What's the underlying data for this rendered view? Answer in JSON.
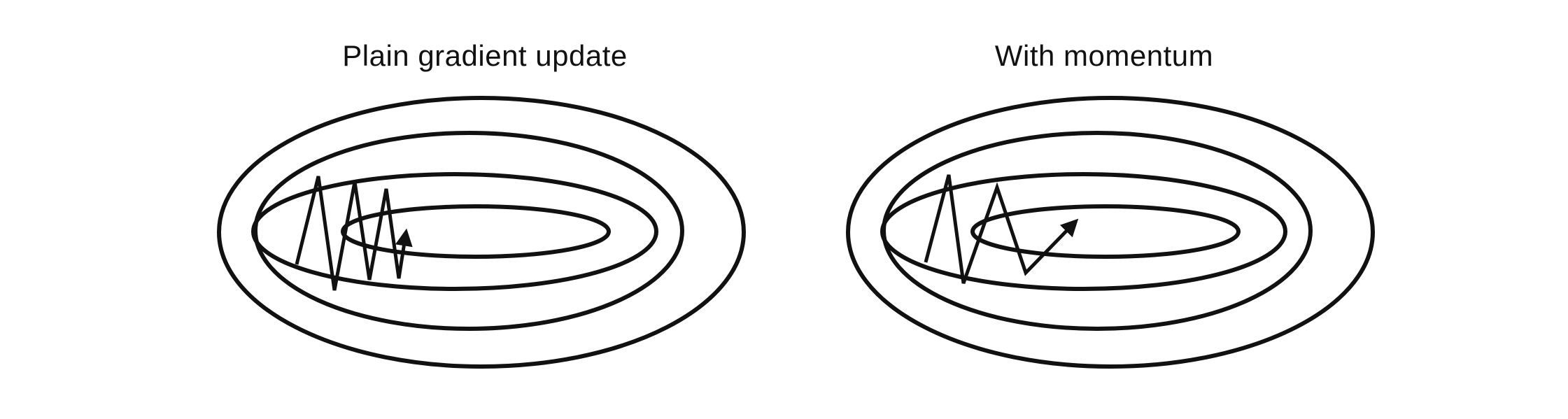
{
  "panels": [
    {
      "title": "Plain gradient update",
      "path_description": "zigzag"
    },
    {
      "title": "With momentum",
      "path_description": "smoothed"
    }
  ],
  "colors": {
    "line": "#111111",
    "background": "#ffffff"
  }
}
